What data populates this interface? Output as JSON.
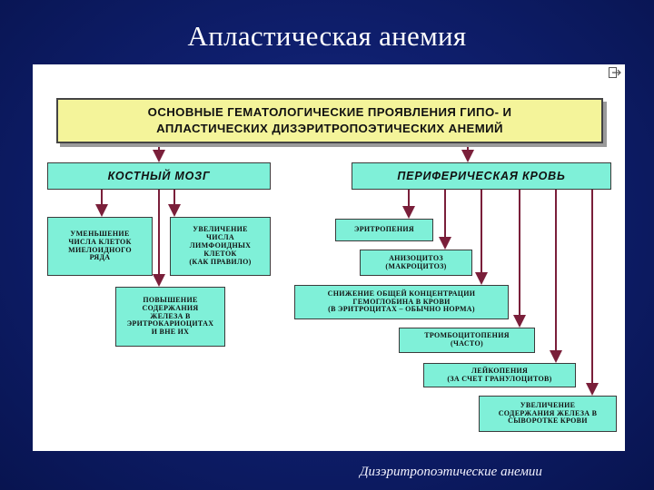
{
  "slide": {
    "title": "Апластическая анемия",
    "footer": "Дизэритропоэтические анемии"
  },
  "diagram": {
    "main_title": "ОСНОВНЫЕ ГЕМАТОЛОГИЧЕСКИЕ ПРОЯВЛЕНИЯ ГИПО- И\nАПЛАСТИЧЕСКИХ ДИЗЭРИТРОПОЭТИЧЕСКИХ АНЕМИЙ",
    "bone_marrow": {
      "label": "КОСТНЫЙ  МОЗГ",
      "items": [
        "УМЕНЬШЕНИЕ\nЧИСЛА КЛЕТОК\nМИЕЛОИДНОГО\nРЯДА",
        "УВЕЛИЧЕНИЕ\nЧИСЛА\nЛИМФОИДНЫХ\nКЛЕТОК\n(КАК ПРАВИЛО)",
        "ПОВЫШЕНИЕ\nСОДЕРЖАНИЯ\nЖЕЛЕЗА  В\nЭРИТРОКАРИОЦИТАХ\nИ  ВНЕ  ИХ"
      ]
    },
    "peripheral_blood": {
      "label": "ПЕРИФЕРИЧЕСКАЯ  КРОВЬ",
      "items": [
        "ЭРИТРОПЕНИЯ",
        "АНИЗОЦИТОЗ\n(МАКРОЦИТОЗ)",
        "СНИЖЕНИЕ  ОБЩЕЙ КОНЦЕНТРАЦИИ\nГЕМОГЛОБИНА В КРОВИ\n(В  ЭРИТРОЦИТАХ – ОБЫЧНО  НОРМА)",
        "ТРОМБОЦИТОПЕНИЯ\n(ЧАСТО)",
        "ЛЕЙКОПЕНИЯ\n(ЗА СЧЕТ ГРАНУЛОЦИТОВ)",
        "УВЕЛИЧЕНИЕ\nСОДЕРЖАНИЯ ЖЕЛЕЗА В\nСЫВОРОТКЕ КРОВИ"
      ]
    }
  },
  "colors": {
    "background": "#0f1f6e",
    "box_fill": "#7ff0d8",
    "title_fill": "#f4f49a",
    "arrow": "#7a1f3a"
  }
}
